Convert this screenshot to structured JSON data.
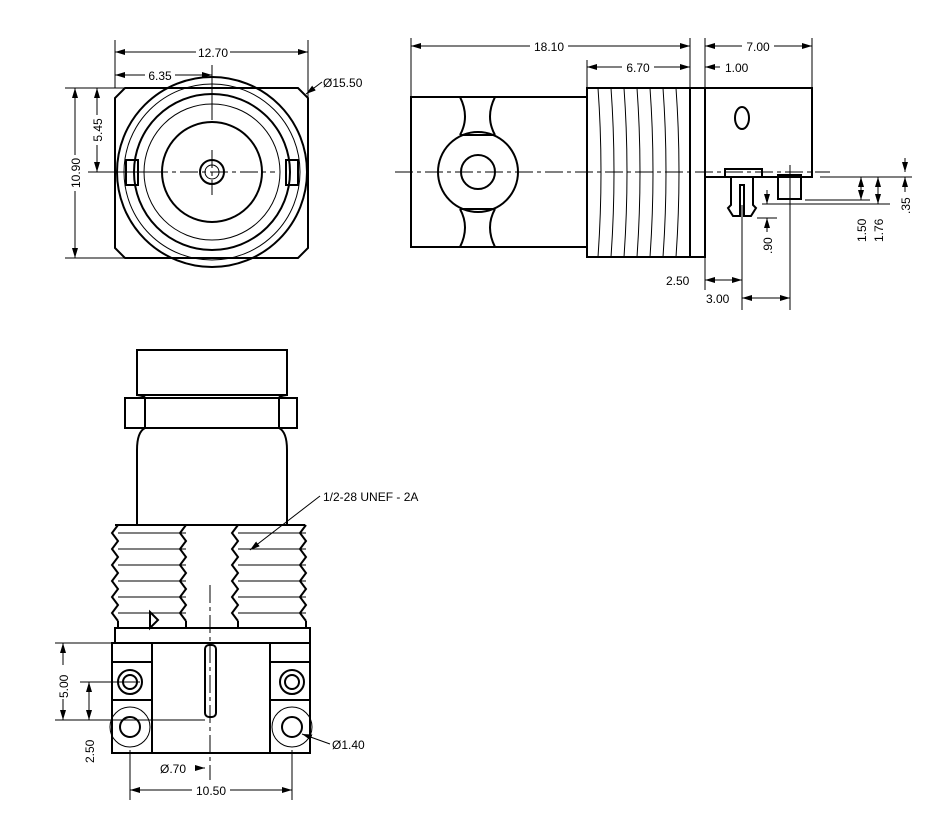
{
  "front_view": {
    "dims": {
      "width": "12.70",
      "half_width": "6.35",
      "height": "10.90",
      "half_height": "5.45",
      "diameter": "Ø15.50"
    }
  },
  "side_view": {
    "dims": {
      "length": "18.10",
      "thread_length": "6.70",
      "right_length": "7.00",
      "flange": "1.00",
      "pin_offset": "2.50",
      "pin_spacing": "3.00",
      "pin_gap": ".90",
      "h1": "1.50",
      "h2": "1.76",
      "h3": ".35"
    }
  },
  "bottom_view": {
    "thread_label": "1/2-28 UNEF - 2A",
    "dims": {
      "v_spacing": "5.00",
      "v_half": "2.50",
      "pin_dia": "Ø.70",
      "hole_dia": "Ø1.40",
      "h_spacing": "10.50"
    }
  }
}
